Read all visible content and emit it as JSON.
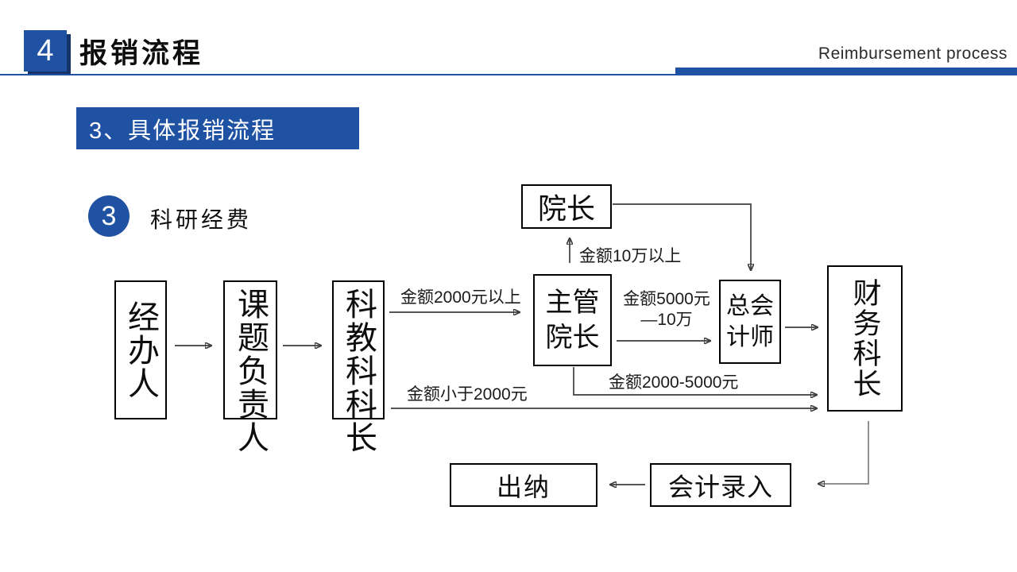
{
  "slide": {
    "page_number": "4",
    "title": "报销流程",
    "subtitle_en": "Reimbursement process",
    "section_title": "3、具体报销流程",
    "item_number": "3",
    "item_label": "科研经费"
  },
  "colors": {
    "accent_blue": "#2052A3",
    "shadow_navy": "#17336B",
    "connector_dark": "#3d3d3d",
    "connector_gray": "#808080",
    "node_border": "#000000",
    "text_dark": "#0d0d0d"
  },
  "flow": {
    "nodes": {
      "jingbanren": {
        "label": "经办人"
      },
      "keti_fuzeren": {
        "label": "课题负责人"
      },
      "kejiaoke_kezhang": {
        "label": "科教科科长"
      },
      "yuanzhang": {
        "label": "院长"
      },
      "zhuguan_yuanzhang": {
        "label": "主管院长"
      },
      "zonghuijishi": {
        "label": "总会计师"
      },
      "caiwu_kezhang": {
        "label": "财务科长"
      },
      "chuna": {
        "label": "出纳"
      },
      "kuaiji_luru": {
        "label": "会计录入"
      }
    },
    "edge_labels": {
      "over_2000": "金额2000元以上",
      "from5000_to_100k": "金额5000元—10万",
      "over_100k": "金额10万以上",
      "from2000_to_5000": "金额2000-5000元",
      "under_2000": "金额小于2000元"
    }
  }
}
